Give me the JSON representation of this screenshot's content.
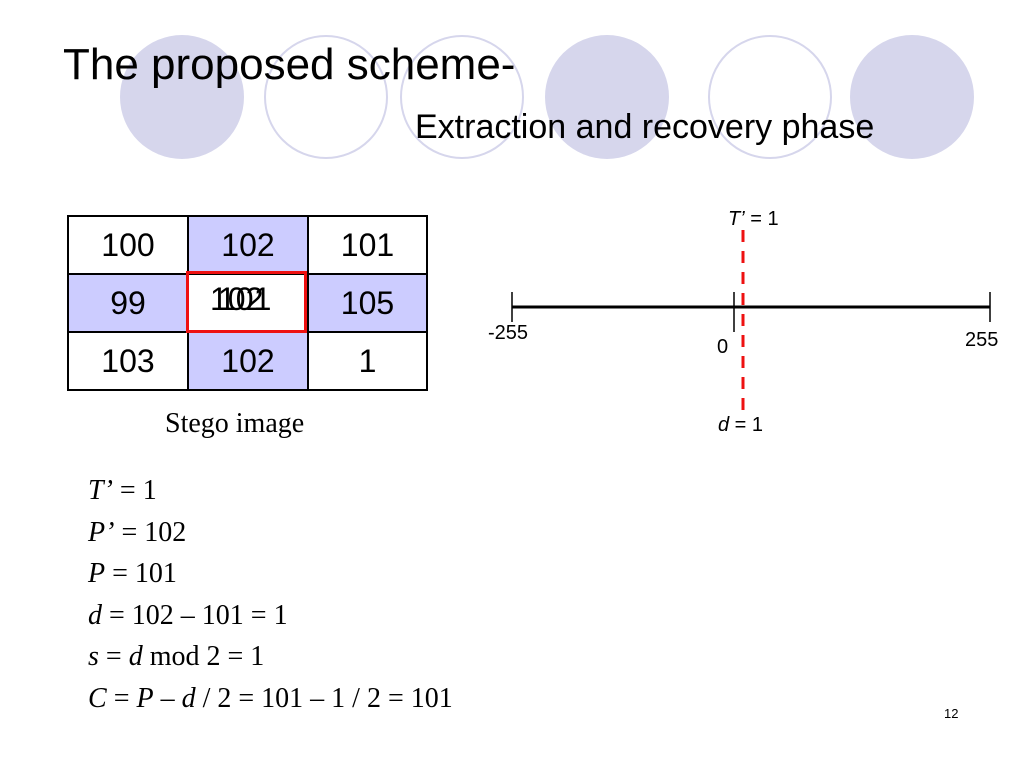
{
  "slide": {
    "title": "The proposed scheme-",
    "subtitle": "Extraction and recovery phase",
    "page_number": "12",
    "decor_color": "#d6d6ec"
  },
  "grid": {
    "rows": [
      [
        "100",
        "102",
        "101"
      ],
      [
        "99",
        "",
        "105"
      ],
      [
        "103",
        "102",
        "1"
      ]
    ],
    "center_overlap": [
      "102",
      "101"
    ],
    "shade_color": "#ccccff",
    "highlight_color": "#ee1111"
  },
  "caption": "Stego image",
  "number_line": {
    "min_label": "-255",
    "zero_label": "0",
    "max_label": "255",
    "t_label_var": "T’",
    "t_label_rest": " = 1",
    "d_label_var": "d",
    "d_label_rest": " = 1",
    "marker_color": "#ee1111"
  },
  "equations": {
    "l1_var": "T’",
    "l1_rest": " = 1",
    "l2_var": "P’",
    "l2_rest": " = 102",
    "l3_var": "P",
    "l3_rest": " = 101",
    "l4_var": "d",
    "l4_rest": " = 102 – 101 = 1",
    "l5_var1": "s",
    "l5_mid": " = ",
    "l5_var2": "d",
    "l5_rest": " mod 2 = 1",
    "l6_var1": "C",
    "l6_mid1": " = ",
    "l6_var2": "P",
    "l6_mid2": " – ",
    "l6_var3": "d",
    "l6_rest": " / 2 = 101 – 1 / 2 = 101"
  }
}
